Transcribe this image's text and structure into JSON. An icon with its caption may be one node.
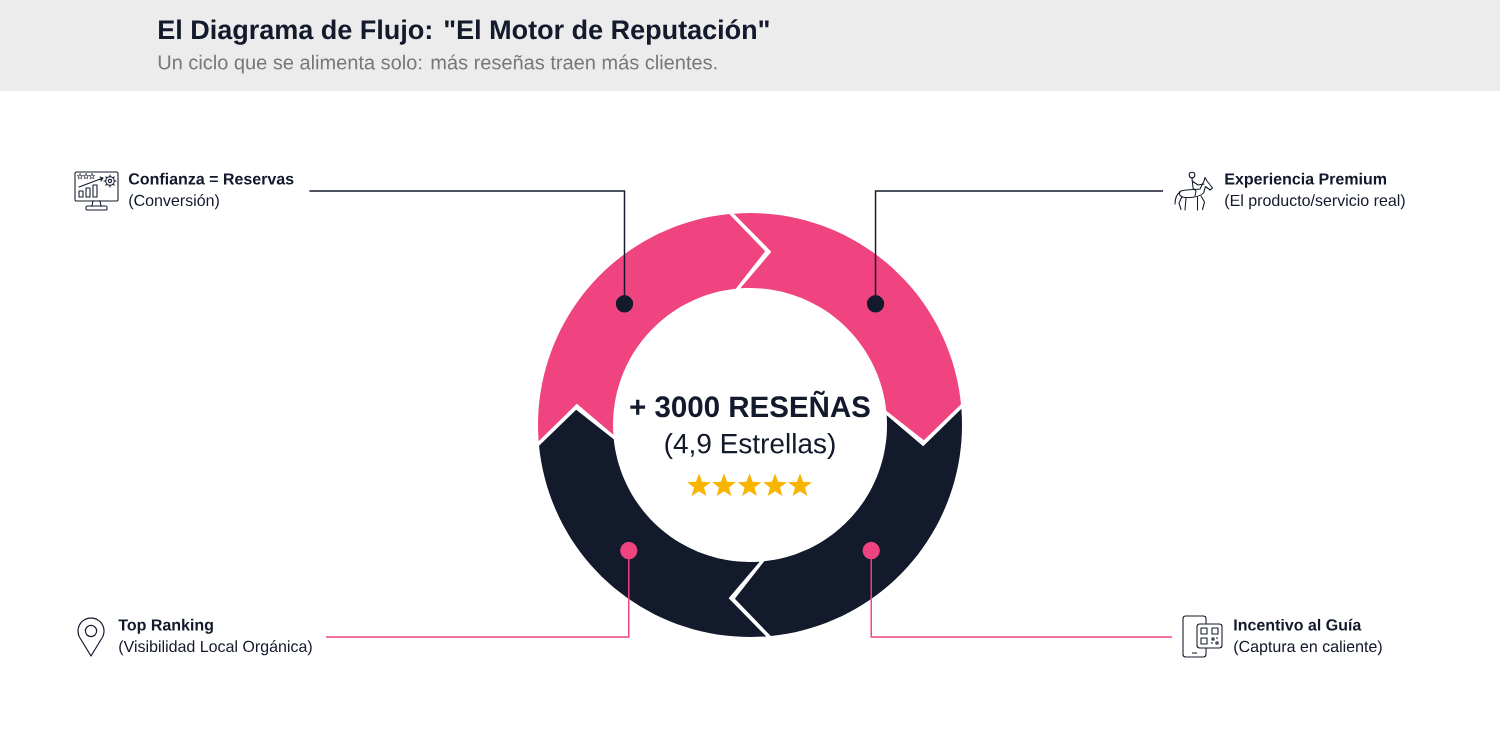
{
  "diagram": {
    "title": "El Diagrama de Flujo: \"El Motor de Reputación\"",
    "nodes": [
      {
        "text": [
          "Confianza = Reservas",
          "(Conversión)"
        ]
      },
      {
        "text": [
          "Experiencia Premium",
          "(El producto/servicio real)"
        ]
      },
      {
        "text": [],
        "shape": "arc"
      },
      {
        "text": [],
        "shape": "arc"
      },
      {
        "text": [],
        "shape": "arc"
      },
      {
        "text": [],
        "shape": "arc"
      },
      {
        "text": [
          "Top Ranking",
          "(Visibilidad Local Orgánica)"
        ]
      },
      {
        "text": [
          "Incentivo al Guía",
          "(Captura en caliente)"
        ]
      }
    ],
    "edges": [
      {
        "from": 0,
        "to": 2,
        "arrow": "other",
        "color": "#131a2c"
      },
      {
        "from": 1,
        "to": 3,
        "arrow": "other",
        "color": "#131a2c"
      },
      {
        "from": 6,
        "to": 4,
        "arrow": "other",
        "color": "#ef4480"
      },
      {
        "from": 7,
        "to": 5,
        "arrow": "other",
        "color": "#ef4480"
      }
    ],
    "labels": [
      "Un ciclo que se alimenta solo: más reseñas traen más clientes.",
      "+ 3000 RESEÑAS",
      "(4,9 Estrellas)"
    ]
  }
}
